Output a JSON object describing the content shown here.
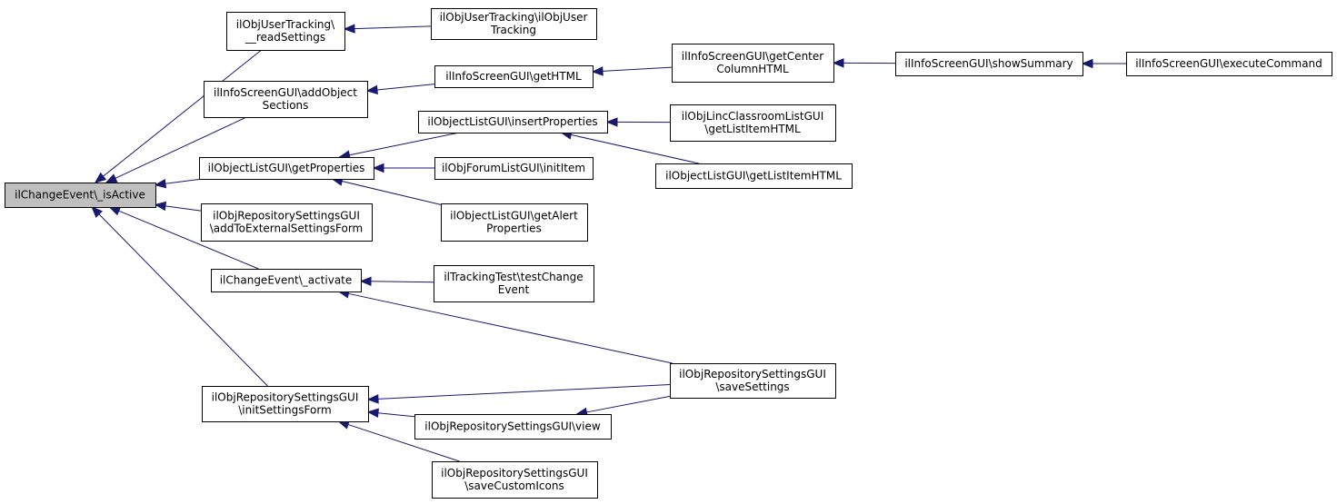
{
  "colors": {
    "edge": "#191970",
    "node_fill": "#ffffff",
    "root_fill": "#bfbfbf",
    "node_border": "#000000"
  },
  "nodes": [
    {
      "id": "root",
      "lines": [
        "ilChangeEvent\\_isActive"
      ],
      "highlight": true
    },
    {
      "id": "ut_read",
      "lines": [
        "ilObjUserTracking\\",
        "__readSettings"
      ]
    },
    {
      "id": "ut_ctor",
      "lines": [
        "ilObjUserTracking\\ilObjUser",
        "Tracking"
      ]
    },
    {
      "id": "is_add",
      "lines": [
        "ilInfoScreenGUI\\addObject",
        "Sections"
      ]
    },
    {
      "id": "is_html",
      "lines": [
        "ilInfoScreenGUI\\getHTML"
      ]
    },
    {
      "id": "is_center",
      "lines": [
        "ilInfoScreenGUI\\getCenter",
        "ColumnHTML"
      ]
    },
    {
      "id": "is_summary",
      "lines": [
        "ilInfoScreenGUI\\showSummary"
      ]
    },
    {
      "id": "is_exec",
      "lines": [
        "ilInfoScreenGUI\\executeCommand"
      ]
    },
    {
      "id": "ol_insert",
      "lines": [
        "ilObjectListGUI\\insertProperties"
      ]
    },
    {
      "id": "lcl_item",
      "lines": [
        "ilObjLincClassroomListGUI",
        "\\getListItemHTML"
      ]
    },
    {
      "id": "ol_item",
      "lines": [
        "ilObjectListGUI\\getListItemHTML"
      ]
    },
    {
      "id": "ol_props",
      "lines": [
        "ilObjectListGUI\\getProperties"
      ]
    },
    {
      "id": "fl_init",
      "lines": [
        "ilObjForumListGUI\\initItem"
      ]
    },
    {
      "id": "ol_alert",
      "lines": [
        "ilObjectListGUI\\getAlert",
        "Properties"
      ]
    },
    {
      "id": "rs_ext",
      "lines": [
        "ilObjRepositorySettingsGUI",
        "\\addToExternalSettingsForm"
      ]
    },
    {
      "id": "ce_act",
      "lines": [
        "ilChangeEvent\\_activate"
      ]
    },
    {
      "id": "tt_test",
      "lines": [
        "ilTrackingTest\\testChange",
        "Event"
      ]
    },
    {
      "id": "rs_save",
      "lines": [
        "ilObjRepositorySettingsGUI",
        "\\saveSettings"
      ]
    },
    {
      "id": "rs_init",
      "lines": [
        "ilObjRepositorySettingsGUI",
        "\\initSettingsForm"
      ]
    },
    {
      "id": "rs_view",
      "lines": [
        "ilObjRepositorySettingsGUI\\view"
      ]
    },
    {
      "id": "rs_icons",
      "lines": [
        "ilObjRepositorySettingsGUI",
        "\\saveCustomIcons"
      ]
    }
  ],
  "edges": [
    {
      "from": "ut_read",
      "to": "root"
    },
    {
      "from": "ut_ctor",
      "to": "ut_read"
    },
    {
      "from": "is_add",
      "to": "root"
    },
    {
      "from": "is_html",
      "to": "is_add"
    },
    {
      "from": "is_center",
      "to": "is_html"
    },
    {
      "from": "is_summary",
      "to": "is_center"
    },
    {
      "from": "is_exec",
      "to": "is_summary"
    },
    {
      "from": "ol_props",
      "to": "root"
    },
    {
      "from": "ol_insert",
      "to": "ol_props"
    },
    {
      "from": "lcl_item",
      "to": "ol_insert"
    },
    {
      "from": "ol_item",
      "to": "ol_insert"
    },
    {
      "from": "fl_init",
      "to": "ol_props"
    },
    {
      "from": "ol_alert",
      "to": "ol_props"
    },
    {
      "from": "rs_ext",
      "to": "root"
    },
    {
      "from": "ce_act",
      "to": "root"
    },
    {
      "from": "tt_test",
      "to": "ce_act"
    },
    {
      "from": "rs_save",
      "to": "ce_act"
    },
    {
      "from": "rs_init",
      "to": "root"
    },
    {
      "from": "rs_save",
      "to": "rs_init"
    },
    {
      "from": "rs_view",
      "to": "rs_init"
    },
    {
      "from": "rs_save",
      "to": "rs_view"
    },
    {
      "from": "rs_icons",
      "to": "rs_init"
    }
  ]
}
